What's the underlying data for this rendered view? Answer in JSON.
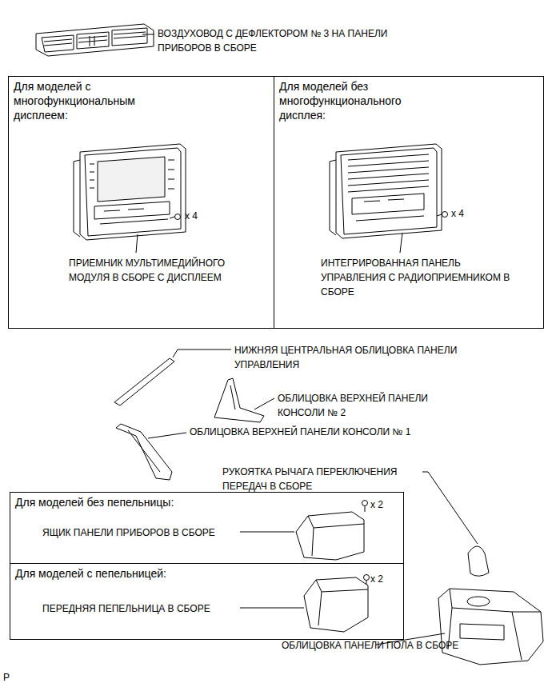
{
  "diagram": {
    "nodes": [
      {
        "text": [
          "Для моделей с многофункциональным дисплеем:",
          "ПРИЕМНИК МУЛЬТИМЕДИЙНОГО МОДУЛЯ В СБОРЕ С ДИСПЛЕЕМ",
          "x 4"
        ]
      },
      {
        "text": [
          "Для моделей без многофункционального дисплея:",
          "ИНТЕГРИРОВАННАЯ ПАНЕЛЬ УПРАВЛЕНИЯ С РАДИОПРИЕМНИКОМ В СБОРЕ",
          "x 4"
        ]
      },
      {
        "text": [
          "Для моделей без пепельницы:",
          "ЯЩИК ПАНЕЛИ ПРИБОРОВ В СБОРЕ",
          "x 2"
        ]
      },
      {
        "text": [
          "Для моделей с пепельницей:",
          "ПЕРЕДНЯЯ ПЕПЕЛЬНИЦА В СБОРЕ",
          "x 2"
        ]
      }
    ],
    "labels": [
      "ВОЗДУХОВОД С ДЕФЛЕКТОРОМ № 3 НА ПАНЕЛИ ПРИБОРОВ В СБОРЕ",
      "НИЖНЯЯ ЦЕНТРАЛЬНАЯ ОБЛИЦОВКА ПАНЕЛИ УПРАВЛЕНИЯ",
      "ОБЛИЦОВКА ВЕРХНЕЙ ПАНЕЛИ КОНСОЛИ № 2",
      "ОБЛИЦОВКА ВЕРХНЕЙ ПАНЕЛИ КОНСОЛИ № 1",
      "РУКОЯТКА РЫЧАГА ПЕРЕКЛЮЧЕНИЯ ПЕРЕДАЧ В СБОРЕ",
      "ОБЛИЦОВКА ПАНЕЛИ ПОЛА В СБОРЕ",
      "P"
    ]
  }
}
